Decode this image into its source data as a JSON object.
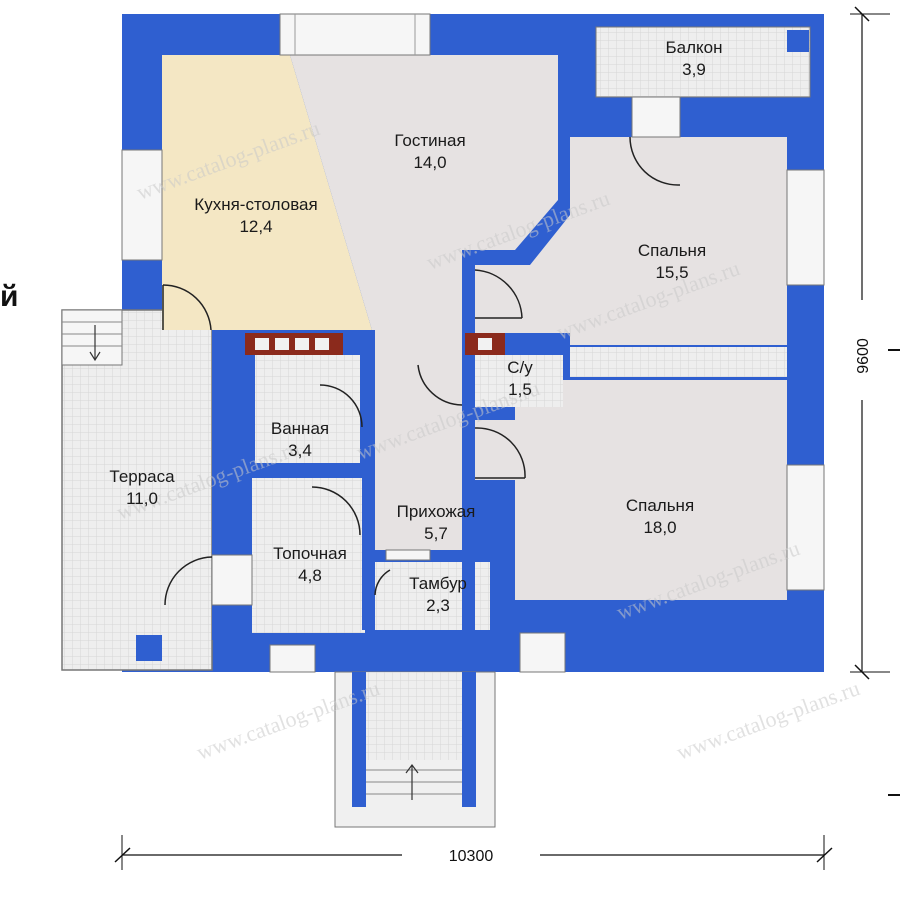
{
  "rooms": {
    "balcony": {
      "name": "Балкон",
      "area": "3,9"
    },
    "living": {
      "name": "Гостиная",
      "area": "14,0"
    },
    "kitchen": {
      "name": "Кухня-столовая",
      "area": "12,4"
    },
    "bedroom1": {
      "name": "Спальня",
      "area": "15,5"
    },
    "wc": {
      "name": "С/у",
      "area": "1,5"
    },
    "bath": {
      "name": "Ванная",
      "area": "3,4"
    },
    "terrace": {
      "name": "Терраса",
      "area": "11,0"
    },
    "hall": {
      "name": "Прихожая",
      "area": "5,7"
    },
    "boiler": {
      "name": "Топочная",
      "area": "4,8"
    },
    "vestibule": {
      "name": "Тамбур",
      "area": "2,3"
    },
    "bedroom2": {
      "name": "Спальня",
      "area": "18,0"
    }
  },
  "dimensions": {
    "width": "10300",
    "height": "9600"
  },
  "watermark": "www.catalog-plans.ru",
  "side_fragment": "й",
  "colors": {
    "wall": "#2f5fd0",
    "floor": "#e6e2e2",
    "kitchen": "#f4e7c4",
    "window": "#f6f6f6",
    "stove": "#8b2a1c"
  }
}
